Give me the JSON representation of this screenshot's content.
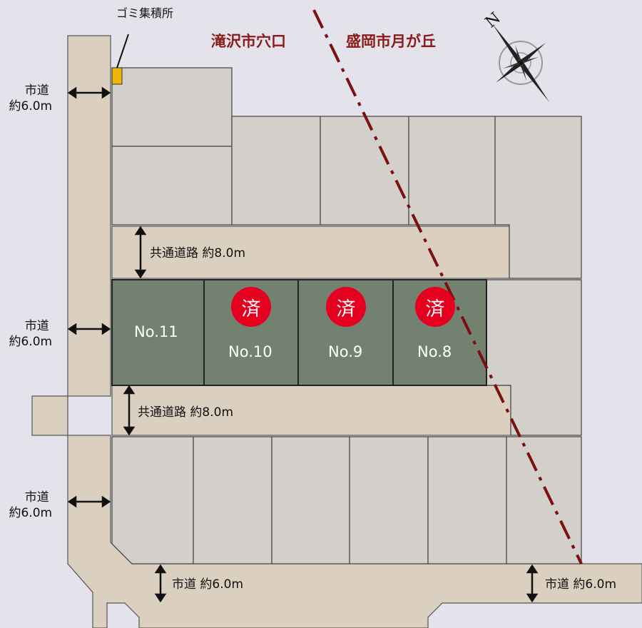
{
  "areas": {
    "west": "滝沢市穴口",
    "east": "盛岡市月が丘"
  },
  "garbage_label": "ゴミ集積所",
  "city_road": {
    "name": "市道",
    "width": "約6.0m",
    "inline": "市道 約6.0m"
  },
  "common_road": "共通道路 約8.0m",
  "lots": [
    {
      "label": "No.11",
      "sold": false
    },
    {
      "label": "No.10",
      "sold": true
    },
    {
      "label": "No.9",
      "sold": true
    },
    {
      "label": "No.8",
      "sold": true
    }
  ],
  "sold_mark": "済",
  "compass_label": "N",
  "colors": {
    "road": "#dbd0c0",
    "lot": "#d3cfca",
    "selected_lot": "#738270",
    "sold": "#e60020",
    "boundary": "#7a1010"
  }
}
